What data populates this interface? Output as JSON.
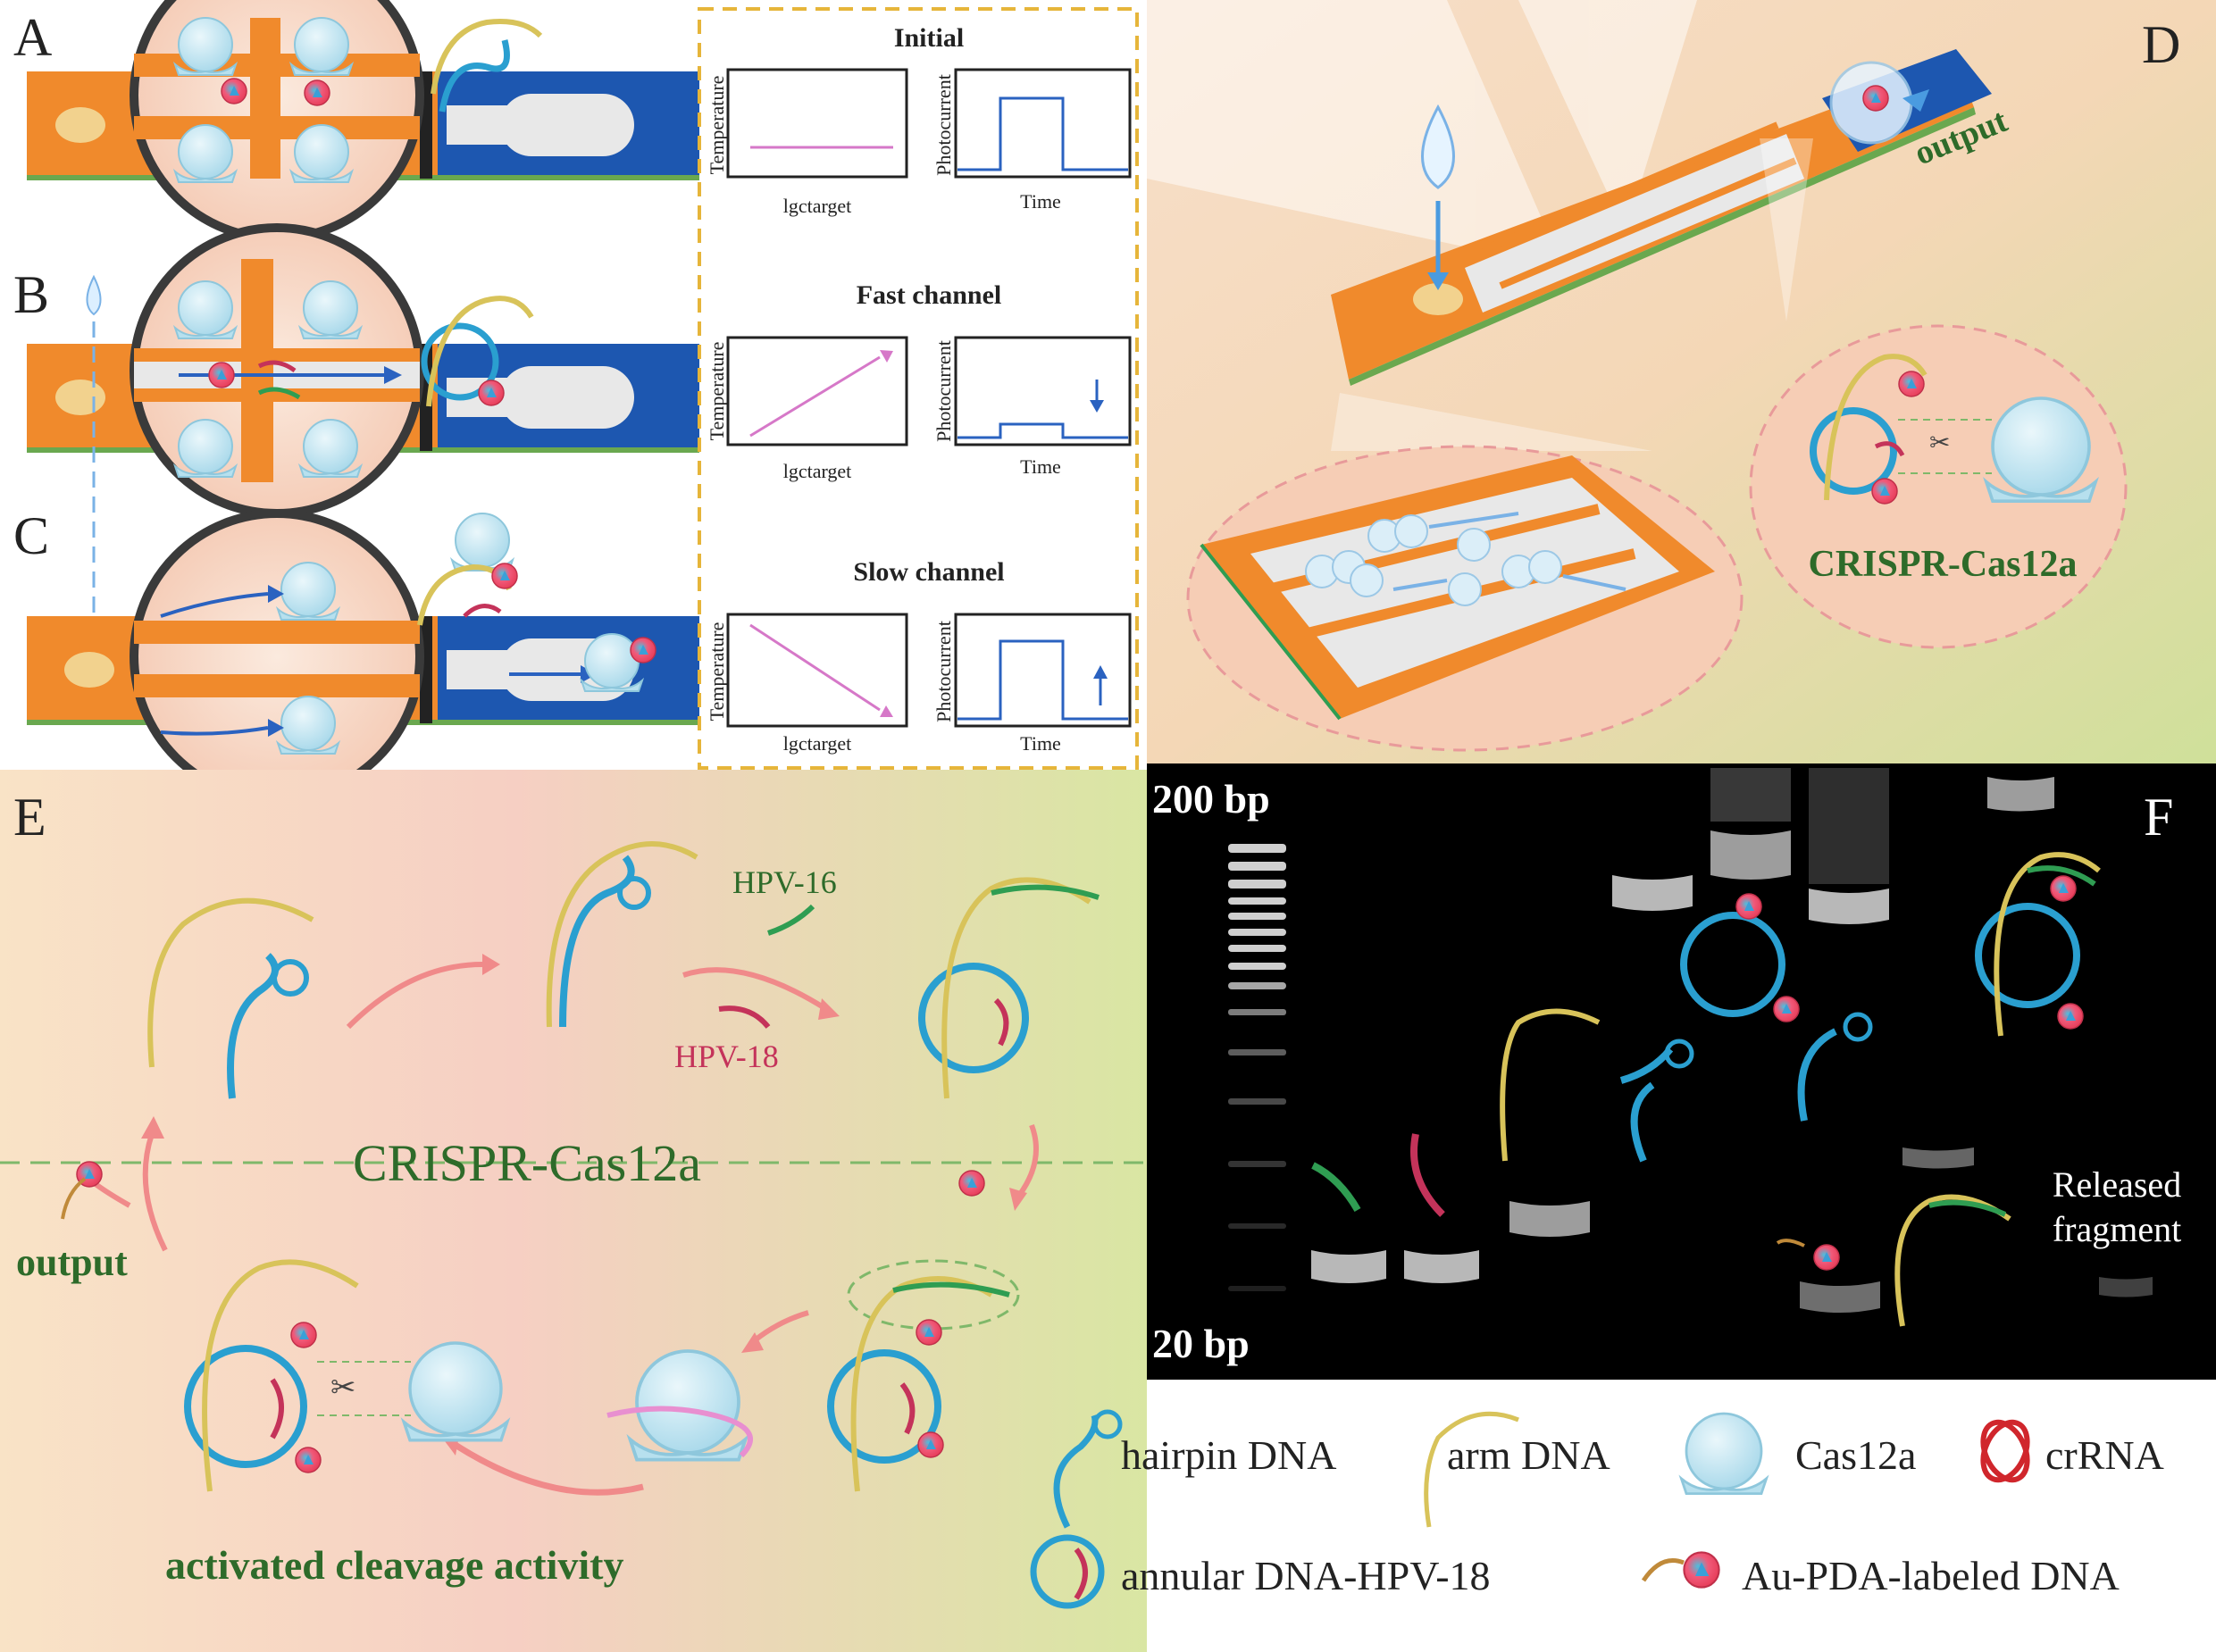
{
  "panels": {
    "a": {
      "letter": "A"
    },
    "b": {
      "letter": "B"
    },
    "c": {
      "letter": "C"
    },
    "d": {
      "letter": "D"
    },
    "e": {
      "letter": "E"
    },
    "f": {
      "letter": "F"
    }
  },
  "plots": {
    "xlabel_temp": "lgctarget",
    "ylabel_temp": "Temperature",
    "ylabel_photo": "Photocurrent",
    "xlabel_photo": "Time",
    "rows": [
      {
        "title": "Initial"
      },
      {
        "title": "Fast channel"
      },
      {
        "title": "Slow channel"
      }
    ]
  },
  "panel_d": {
    "output_label": "output",
    "crispr_label": "CRISPR-Cas12a"
  },
  "panel_e": {
    "hpv16_label": "HPV-16",
    "hpv18_label": "HPV-18",
    "crispr_label": "CRISPR-Cas12a",
    "output_label": "output",
    "activated_label": "activated cleavage activity"
  },
  "panel_f": {
    "marker_top": "200 bp",
    "marker_bottom": "20 bp",
    "released_line1": "Released",
    "released_line2": "fragment"
  },
  "legend": {
    "hairpin": "hairpin DNA",
    "arm": "arm DNA",
    "cas12a": "Cas12a",
    "crrna": "crRNA",
    "annular": "annular DNA-HPV-18",
    "aupda": "Au-PDA-labeled DNA"
  },
  "colors": {
    "chip_orange": "#f08a2c",
    "chip_blue": "#1d57b0",
    "plot_pink": "#d678c8",
    "plot_blue": "#2a62c0",
    "dashed_gold": "#e6b53a",
    "text_green": "#2e6b2a",
    "text_pink": "#c4335a",
    "hairpin_blue": "#2a9fd0",
    "arm_gold": "#d8c35a"
  }
}
